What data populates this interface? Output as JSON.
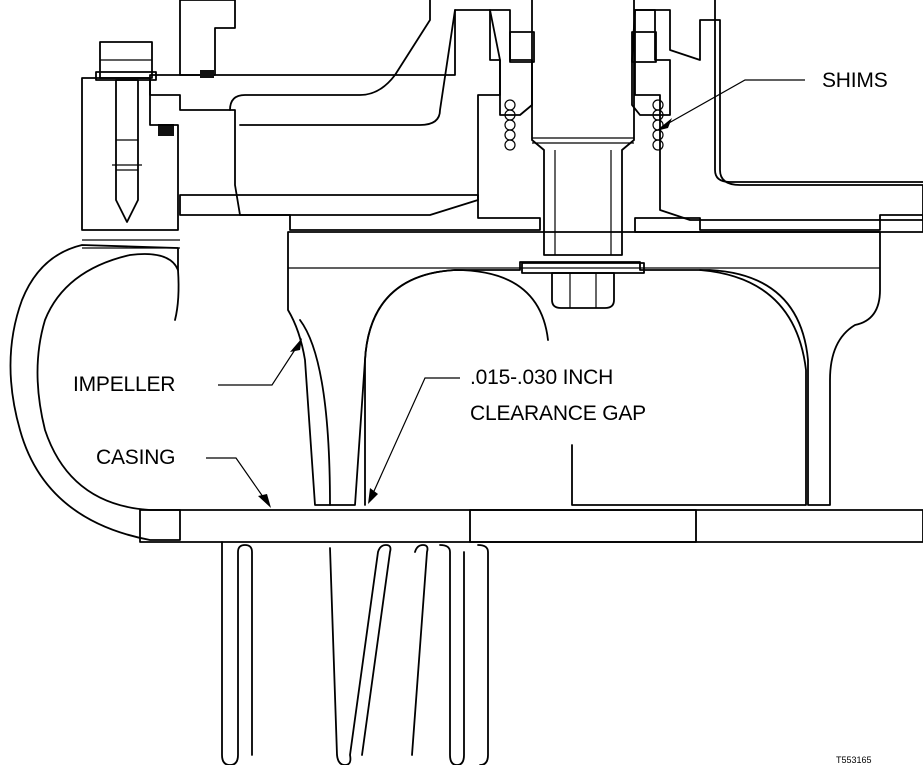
{
  "labels": {
    "shims": "SHIMS",
    "impeller": "IMPELLER",
    "clearance_line1": ".015-.030 INCH",
    "clearance_line2": "CLEARANCE GAP",
    "casing": "CASING",
    "drawing_number": "T553165"
  },
  "colors": {
    "line": "#000000",
    "background": "#ffffff",
    "seal": "#111111"
  }
}
